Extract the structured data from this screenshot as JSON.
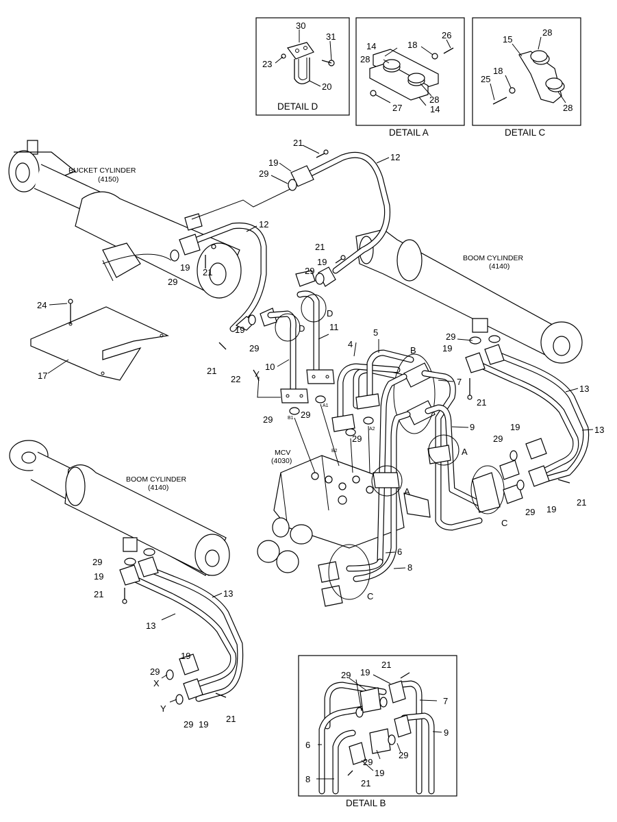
{
  "details": {
    "d": "DETAIL D",
    "a": "DETAIL A",
    "c": "DETAIL C",
    "b": "DETAIL B"
  },
  "components": {
    "bucket_cylinder": "BUCKET CYLINDER",
    "bucket_cylinder_code": "(4150)",
    "boom_cylinder": "BOOM CYLINDER",
    "boom_cylinder_code": "(4140)",
    "mcv": "MCV",
    "mcv_code": "(4030)"
  },
  "ports": {
    "a1": "A1",
    "a2": "A2",
    "b1": "B1",
    "b2": "B2"
  },
  "callouts": {
    "a": "A",
    "b": "B",
    "c": "C",
    "d": "D",
    "x": "X",
    "y": "Y"
  },
  "parts": {
    "p4": "4",
    "p5": "5",
    "p6": "6",
    "p7": "7",
    "p8": "8",
    "p9": "9",
    "p10": "10",
    "p11": "11",
    "p12": "12",
    "p13": "13",
    "p14": "14",
    "p15": "15",
    "p17": "17",
    "p18": "18",
    "p19": "19",
    "p20": "20",
    "p21": "21",
    "p22": "22",
    "p23": "23",
    "p24": "24",
    "p25": "25",
    "p26": "26",
    "p27": "27",
    "p28": "28",
    "p29": "29",
    "p30": "30",
    "p31": "31"
  }
}
